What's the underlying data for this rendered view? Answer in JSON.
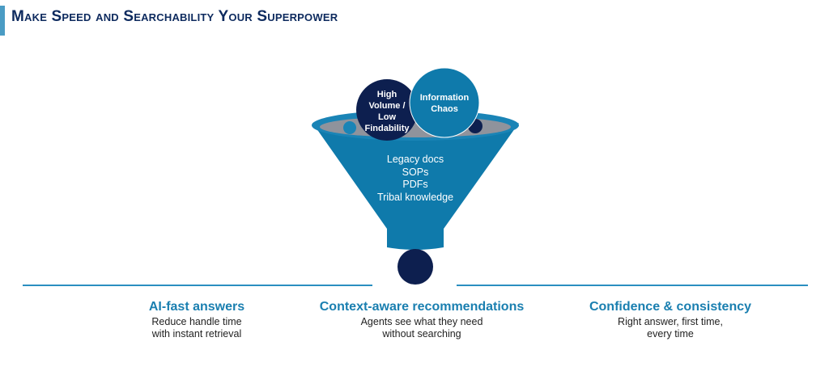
{
  "title": "Make Speed and Searchability Your Superpower",
  "colors": {
    "accent": "#1a7fb0",
    "funnel": "#0f7aab",
    "navy": "#0d1f4f",
    "rim_inner": "#8f939c",
    "title": "#0d2a5e"
  },
  "funnel": {
    "bubbles": [
      {
        "label": "High Volume / Low Findability",
        "lines": [
          "High",
          "Volume /",
          "Low",
          "Findability"
        ]
      },
      {
        "label": "Information Chaos",
        "lines": [
          "Information",
          "Chaos"
        ]
      }
    ],
    "inputs": [
      "Legacy docs",
      "SOPs",
      "PDFs",
      "Tribal knowledge"
    ]
  },
  "outcomes": [
    {
      "heading": "AI-fast answers",
      "lines": [
        "Reduce handle time",
        "with instant retrieval"
      ]
    },
    {
      "heading": "Context-aware recommendations",
      "lines": [
        "Agents see what they need",
        "without searching"
      ]
    },
    {
      "heading": "Confidence & consistency",
      "lines": [
        "Right answer, first time,",
        "every time"
      ]
    }
  ]
}
